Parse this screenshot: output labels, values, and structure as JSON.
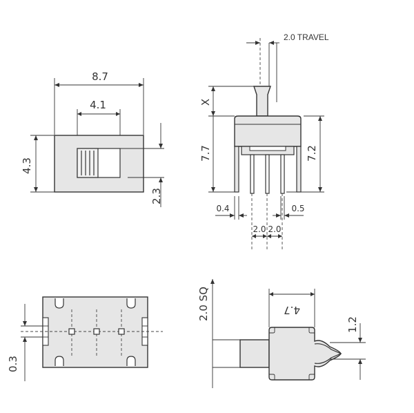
{
  "top_view": {
    "width_label": "8.7",
    "slot_label": "4.1",
    "height_label": "4.3",
    "offset_label": "2.3"
  },
  "side_view": {
    "travel_label": "2.0 TRAVEL",
    "x_label": "X",
    "total_height_label": "7.7",
    "body_height_label": "7.2",
    "pin_width_label": "0.4",
    "pin_gap_label": "0.5",
    "pitch1_label": "2.0",
    "pitch2_label": "2.0"
  },
  "bottom_view": {
    "offset_label": "0.3"
  },
  "end_view": {
    "square_label": "2.0 SQ",
    "depth_label": "4.7",
    "hole_label": "1.2"
  }
}
